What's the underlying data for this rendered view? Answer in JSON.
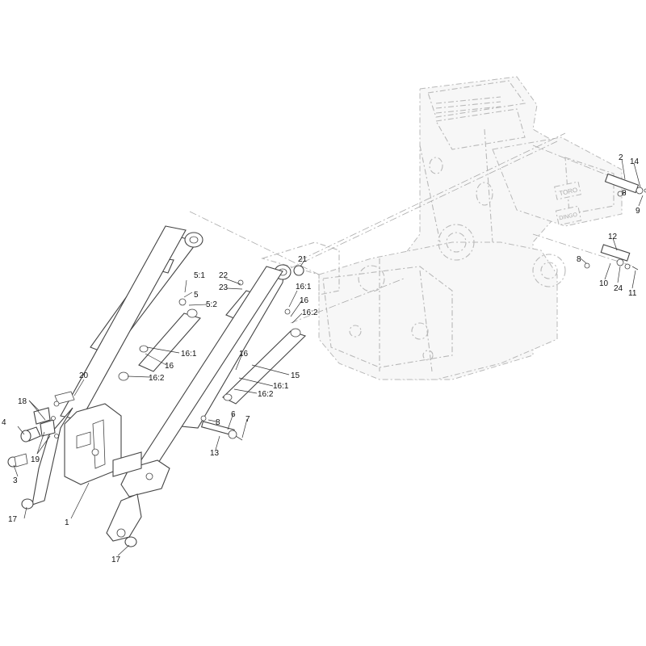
{
  "diagram": {
    "frame_brand_text": "TORO",
    "frame_model_text": "DINGO",
    "callouts": [
      {
        "id": "c1",
        "text": "1"
      },
      {
        "id": "c2",
        "text": "2"
      },
      {
        "id": "c3",
        "text": "3"
      },
      {
        "id": "c4",
        "text": "4"
      },
      {
        "id": "c5",
        "text": "5"
      },
      {
        "id": "c5_1",
        "text": "5:1"
      },
      {
        "id": "c5_2",
        "text": "5:2"
      },
      {
        "id": "c6",
        "text": "6"
      },
      {
        "id": "c7",
        "text": "7"
      },
      {
        "id": "c8a",
        "text": "8"
      },
      {
        "id": "c8b",
        "text": "8"
      },
      {
        "id": "c8c",
        "text": "8"
      },
      {
        "id": "c9",
        "text": "9"
      },
      {
        "id": "c10",
        "text": "10"
      },
      {
        "id": "c11",
        "text": "11"
      },
      {
        "id": "c12",
        "text": "12"
      },
      {
        "id": "c13",
        "text": "13"
      },
      {
        "id": "c14",
        "text": "14"
      },
      {
        "id": "c15",
        "text": "15"
      },
      {
        "id": "c16a",
        "text": "16"
      },
      {
        "id": "c16b",
        "text": "16"
      },
      {
        "id": "c16c",
        "text": "16"
      },
      {
        "id": "c16_1a",
        "text": "16:1"
      },
      {
        "id": "c16_1b",
        "text": "16:1"
      },
      {
        "id": "c16_1c",
        "text": "16:1"
      },
      {
        "id": "c16_2a",
        "text": "16:2"
      },
      {
        "id": "c16_2b",
        "text": "16:2"
      },
      {
        "id": "c16_2c",
        "text": "16:2"
      },
      {
        "id": "c17a",
        "text": "17"
      },
      {
        "id": "c17b",
        "text": "17"
      },
      {
        "id": "c18",
        "text": "18"
      },
      {
        "id": "c19",
        "text": "19"
      },
      {
        "id": "c20",
        "text": "20"
      },
      {
        "id": "c21",
        "text": "21"
      },
      {
        "id": "c22",
        "text": "22"
      },
      {
        "id": "c23",
        "text": "23"
      },
      {
        "id": "c24",
        "text": "24"
      }
    ]
  }
}
